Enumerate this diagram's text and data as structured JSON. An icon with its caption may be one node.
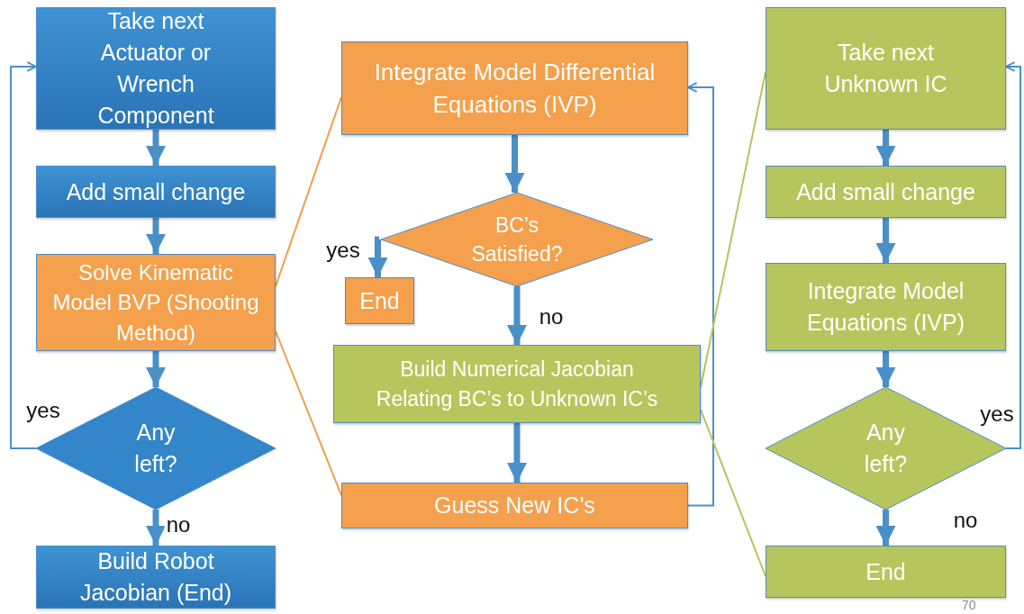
{
  "diagram": {
    "nodes": [
      {
        "text": [
          "Take next Actuator or Wrench Component"
        ]
      },
      {
        "text": [
          "Add small change"
        ]
      },
      {
        "text": [
          "Solve Kinematic Model BVP (Shooting Method)"
        ]
      },
      {
        "text": [
          "Any left?"
        ]
      },
      {
        "text": [
          "Build Robot Jacobian (End)"
        ]
      },
      {
        "text": [
          "Integrate Model Differential Equations (IVP)"
        ]
      },
      {
        "text": [
          "BC’s Satisfied?"
        ]
      },
      {
        "text": [
          "End"
        ]
      },
      {
        "text": [
          "Build Numerical Jacobian Relating BC’s to Unknown IC’s"
        ]
      },
      {
        "text": [
          "Guess New IC’s"
        ]
      },
      {
        "text": [
          "Take next Unknown IC"
        ]
      },
      {
        "text": [
          "Add small change"
        ]
      },
      {
        "text": [
          "Integrate Model Equations (IVP)"
        ]
      },
      {
        "text": [
          "Any left?"
        ]
      },
      {
        "text": [
          "End"
        ]
      }
    ],
    "edges": [
      {
        "from": 0,
        "to": 1,
        "arrow": "to"
      },
      {
        "from": 1,
        "to": 2,
        "arrow": "to"
      },
      {
        "from": 2,
        "to": 3,
        "arrow": "to"
      },
      {
        "from": 3,
        "to": 4,
        "arrow": "to",
        "label": "no"
      },
      {
        "from": 3,
        "to": 0,
        "arrow": "to",
        "label": "yes"
      },
      {
        "from": 2,
        "to": 5,
        "arrow": "none",
        "color": "#f39c4a"
      },
      {
        "from": 2,
        "to": 9,
        "arrow": "none",
        "color": "#f39c4a"
      },
      {
        "from": 5,
        "to": 6,
        "arrow": "to"
      },
      {
        "from": 6,
        "to": 7,
        "arrow": "to",
        "label": "yes"
      },
      {
        "from": 6,
        "to": 8,
        "arrow": "to",
        "label": "no"
      },
      {
        "from": 8,
        "to": 9,
        "arrow": "to"
      },
      {
        "from": 9,
        "to": 5,
        "arrow": "to"
      },
      {
        "from": 10,
        "to": 8,
        "arrow": "none",
        "color": "#b5c55b"
      },
      {
        "from": 14,
        "to": 8,
        "arrow": "none",
        "color": "#b5c55b"
      },
      {
        "from": 10,
        "to": 11,
        "arrow": "to"
      },
      {
        "from": 11,
        "to": 12,
        "arrow": "to"
      },
      {
        "from": 12,
        "to": 13,
        "arrow": "to"
      },
      {
        "from": 13,
        "to": 14,
        "arrow": "to",
        "label": "no"
      },
      {
        "from": 13,
        "to": 10,
        "arrow": "to",
        "label": "yes"
      }
    ],
    "labels": [
      "70"
    ]
  }
}
